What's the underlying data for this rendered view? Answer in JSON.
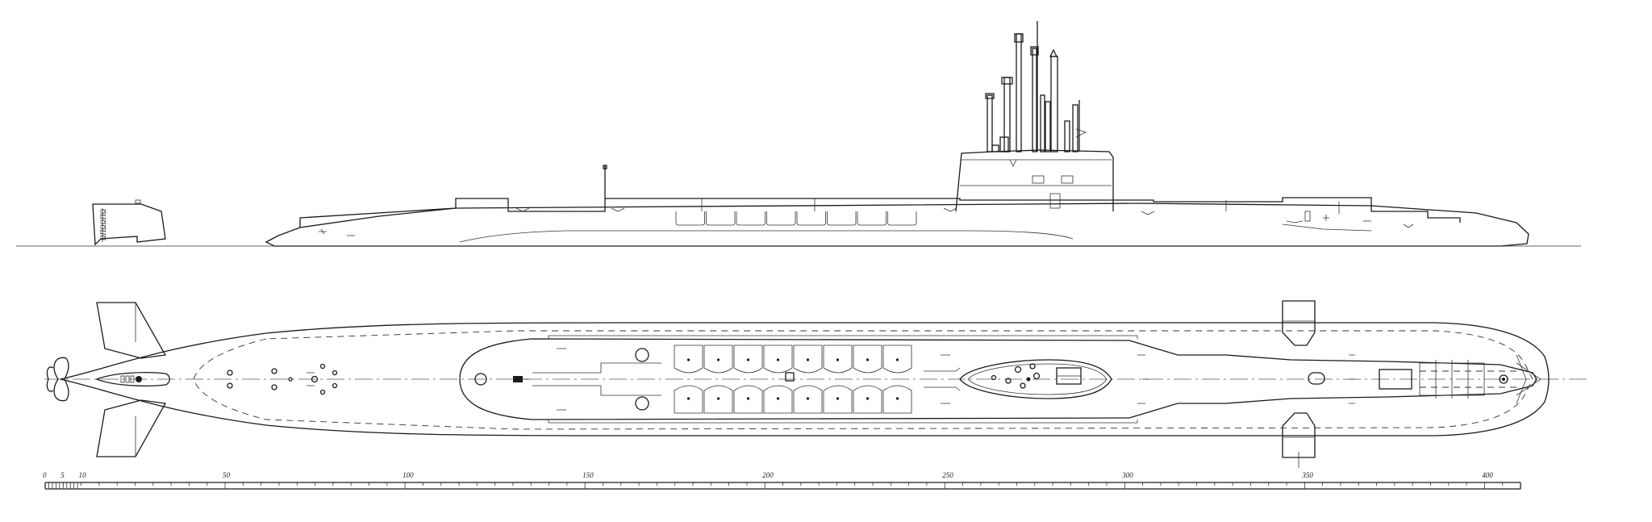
{
  "drawing": {
    "views": [
      "side-profile",
      "plan-view"
    ],
    "line_color": "#1a1a1a",
    "background": "#ffffff"
  },
  "scale_bar": {
    "labels": [
      "0",
      "5",
      "10",
      "50",
      "100",
      "150",
      "200",
      "250",
      "300",
      "350",
      "400"
    ]
  }
}
